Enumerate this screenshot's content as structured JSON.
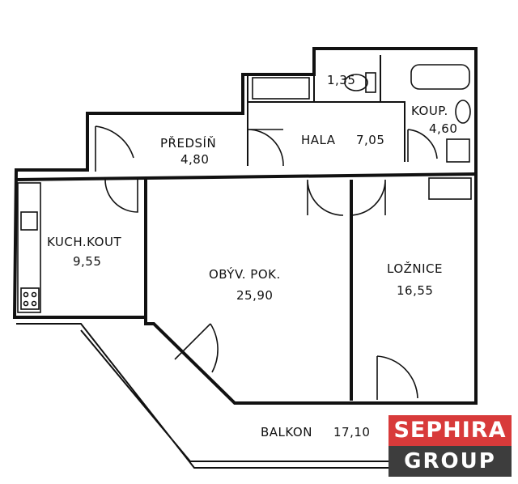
{
  "rooms": {
    "predsin": {
      "name": "PŘEDSÍŇ",
      "area": "4,80"
    },
    "hala": {
      "name": "HALA",
      "area": "7,05"
    },
    "wc": {
      "area": "1,35"
    },
    "koupelna": {
      "name": "KOUP.",
      "area": "4,60"
    },
    "kuchyn": {
      "name": "KUCH.KOUT",
      "area": "9,55"
    },
    "obyvaci": {
      "name": "OBÝV. POK.",
      "area": "25,90"
    },
    "loznice": {
      "name": "LOŽNICE",
      "area": "16,55"
    },
    "balkon": {
      "name": "BALKON",
      "area": "17,10"
    }
  },
  "logo": {
    "top": "SEPHIRA",
    "bottom": "GROUP",
    "colors": {
      "top": "#d83a3a",
      "bottom": "#3d3d3d"
    }
  }
}
